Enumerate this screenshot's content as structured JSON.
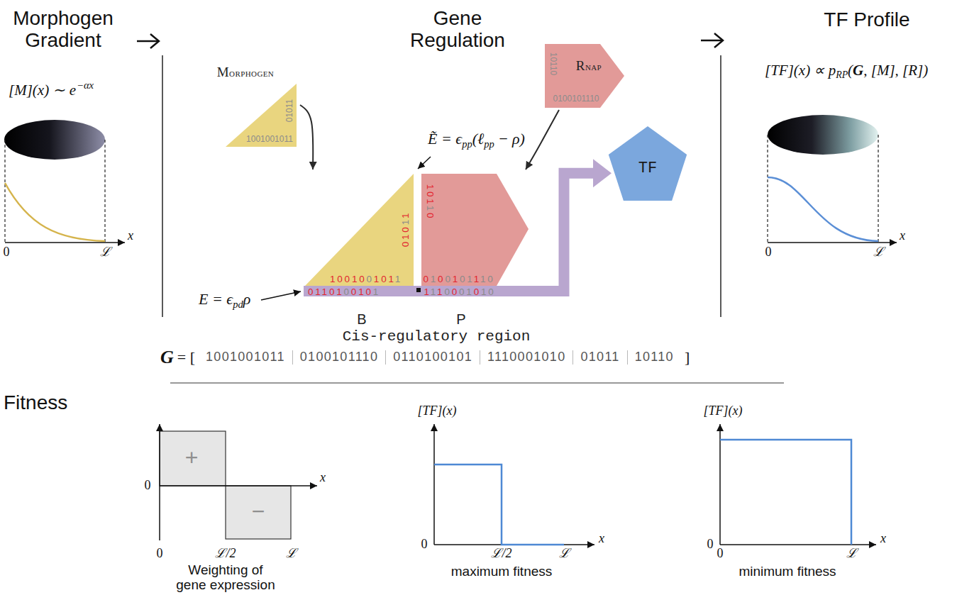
{
  "diagram": {
    "nodes": [
      {
        "text": [
          "MORPHOGEN",
          "01011",
          "1001001011"
        ]
      },
      {
        "text": [
          "RNAP",
          "10110",
          "0100101110"
        ]
      },
      {
        "text": [
          "01011",
          "1001001011"
        ]
      },
      {
        "text": [
          "10110",
          "0100101110"
        ]
      },
      {
        "text": [
          "0110100101",
          "1110001010",
          "B",
          "P",
          "Cis-regulatory region"
        ]
      },
      {
        "text": [
          "TF"
        ]
      }
    ],
    "edges": [
      {
        "from": 0,
        "to": 2,
        "arrow": "to"
      },
      {
        "from": 1,
        "to": 3,
        "arrow": "to"
      },
      {
        "from": 4,
        "to": 5,
        "arrow": "to"
      }
    ],
    "labels": [
      "Morphogen Gradient",
      "Gene Regulation",
      "TF Profile",
      "[M](x) ∼ e",
      "−αx",
      "0",
      "ℒ",
      "x",
      "Ẽ = ϵ",
      "pp",
      "(ℓ",
      "pp",
      "− ρ)",
      "E = ϵ",
      "pd",
      "ρ",
      "[TF](x) ∝ p",
      "RP",
      "(",
      "G",
      ", [M], [R])",
      "0",
      "ℒ",
      "x",
      "G",
      "= [",
      "1001001011",
      "0100101110",
      "0110100101",
      "1110001010",
      "01011",
      "10110",
      "]",
      "Fitness",
      "0",
      "+",
      "−",
      "0",
      "ℒ/2",
      "ℒ",
      "x",
      "Weighting of gene expression",
      "[TF](x)",
      "0",
      "ℒ/2",
      "ℒ",
      "x",
      "maximum fitness",
      "[TF](x)",
      "0",
      "0",
      "ℒ",
      "x",
      "minimum fitness"
    ]
  }
}
